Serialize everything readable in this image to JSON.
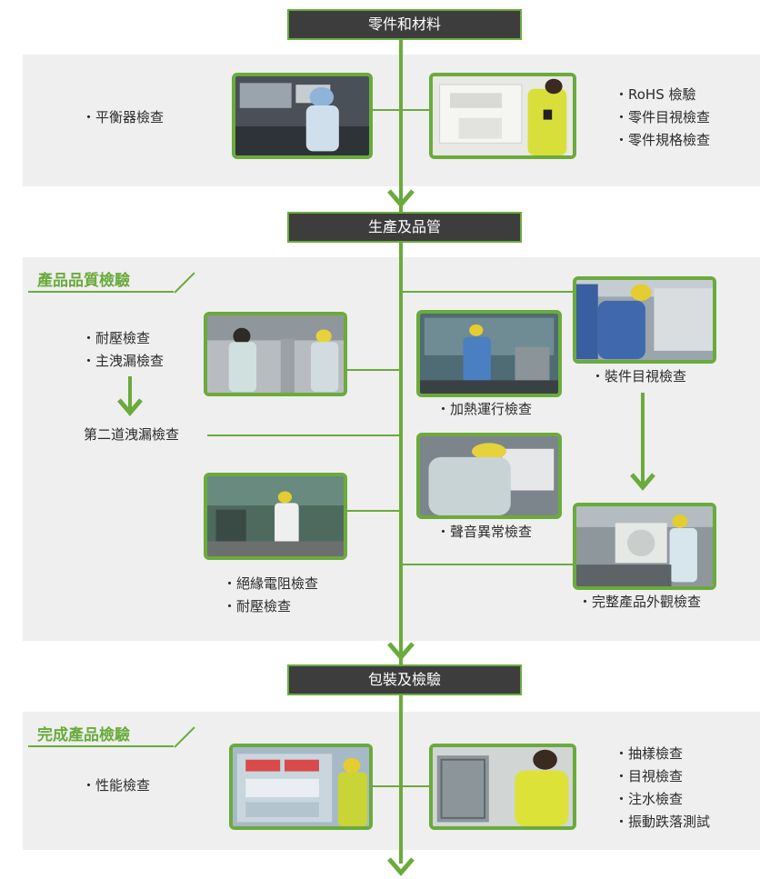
{
  "stages": {
    "s1": "零件和材料",
    "s2": "生產及品管",
    "s3": "包裝及檢驗"
  },
  "section1": {
    "left": [
      "・平衡器檢查"
    ],
    "right": [
      "・RoHS 檢驗",
      "・零件目視檢查",
      "・零件規格檢查"
    ]
  },
  "section2": {
    "title": "產品品質檢驗",
    "left_top": [
      "・耐壓檢查",
      "・主洩漏檢查"
    ],
    "second": "第二道洩漏檢查",
    "left_bottom": [
      "・絕緣電阻檢查",
      "・耐壓檢查"
    ],
    "c1": "・加熱運行檢查",
    "c2": "・聲音異常檢查",
    "r1": "・裝件目視檢查",
    "r2": "・完整產品外觀檢查"
  },
  "section3": {
    "title": "完成產品檢驗",
    "left": [
      "・性能檢查"
    ],
    "right": [
      "・抽樣檢查",
      "・目視檢查",
      "・注水檢查",
      "・振動跌落測試"
    ]
  },
  "colors": {
    "accent": "#6aab3c",
    "stage_bg": "#3d3d3d",
    "panel": "#efefef"
  }
}
